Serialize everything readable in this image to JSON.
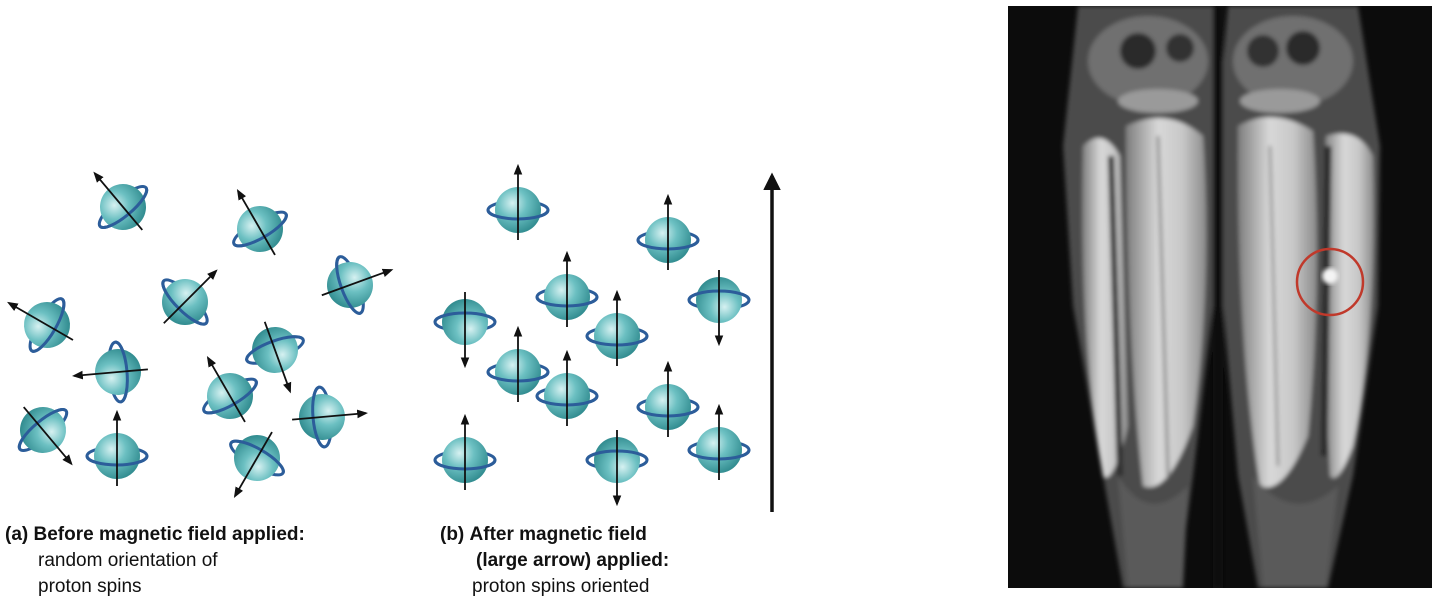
{
  "panel_a": {
    "tag": "(a)",
    "heading": "Before magnetic field applied:",
    "line2": "random orientation of",
    "line3": "proton spins"
  },
  "panel_b": {
    "tag": "(b)",
    "heading": "After magnetic field",
    "line2": "(large arrow) applied:",
    "line3": "proton spins oriented"
  },
  "colors": {
    "sphere": "#5fb6b8",
    "orbit": "#2c5d9a",
    "arrow": "#111111",
    "mri_background": "#0c0c0c",
    "marker_circle": "#c0392b"
  },
  "icons": {
    "proton": "proton-spin-icon",
    "field": "magnetic-field-arrow"
  }
}
